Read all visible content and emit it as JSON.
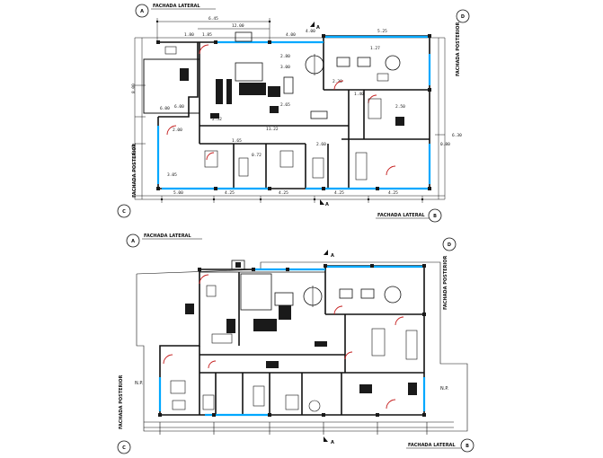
{
  "colors": {
    "line": "#111111",
    "wall_open": "#00a8ff",
    "door_arc": "#c41a1a",
    "background": "#ffffff",
    "fill_dark": "#1a1a1a"
  },
  "plan_top": {
    "title_top": "FACHADA LATERAL",
    "title_bottom": "FACHADA LATERAL",
    "title_right": "FACHADA POSTERIOR",
    "title_left": "FACHADA POSTERIOR",
    "bubble_top": "A",
    "bubble_bottom": "B",
    "bubble_left": "C",
    "bubble_right": "D",
    "section_top": "A",
    "section_bottom": "A",
    "dims_top": [
      "6.45",
      "12.00",
      "1.85",
      "1.80",
      "4.00",
      "4.00",
      "5.25",
      "1.27"
    ],
    "dims_bottom": [
      "5.00",
      "4.25",
      "4.25",
      "4.25",
      "4.25"
    ],
    "dims_left": [
      "8.00",
      "6.00",
      "6.45",
      "2.00",
      "3.05"
    ],
    "dims_right": [
      "6.30",
      "0.80",
      "2.50"
    ],
    "dims_inner": [
      "2.80",
      "3.00",
      "2.52",
      "11.22",
      "2.60",
      "2.65",
      "0.72",
      "1.40",
      "6.00",
      "2.30",
      "1.65"
    ]
  },
  "plan_bottom": {
    "title_top": "FACHADA LATERAL",
    "title_bottom": "FACHADA LATERAL",
    "title_right": "FACHADA POSTERIOR",
    "title_left": "FACHADA POSTERIOR",
    "bubble_top": "A",
    "bubble_bottom": "B",
    "bubble_left": "C",
    "bubble_right": "D",
    "section_top": "A",
    "section_bottom": "A",
    "note_left": "N.P.",
    "note_right": "N.P."
  }
}
